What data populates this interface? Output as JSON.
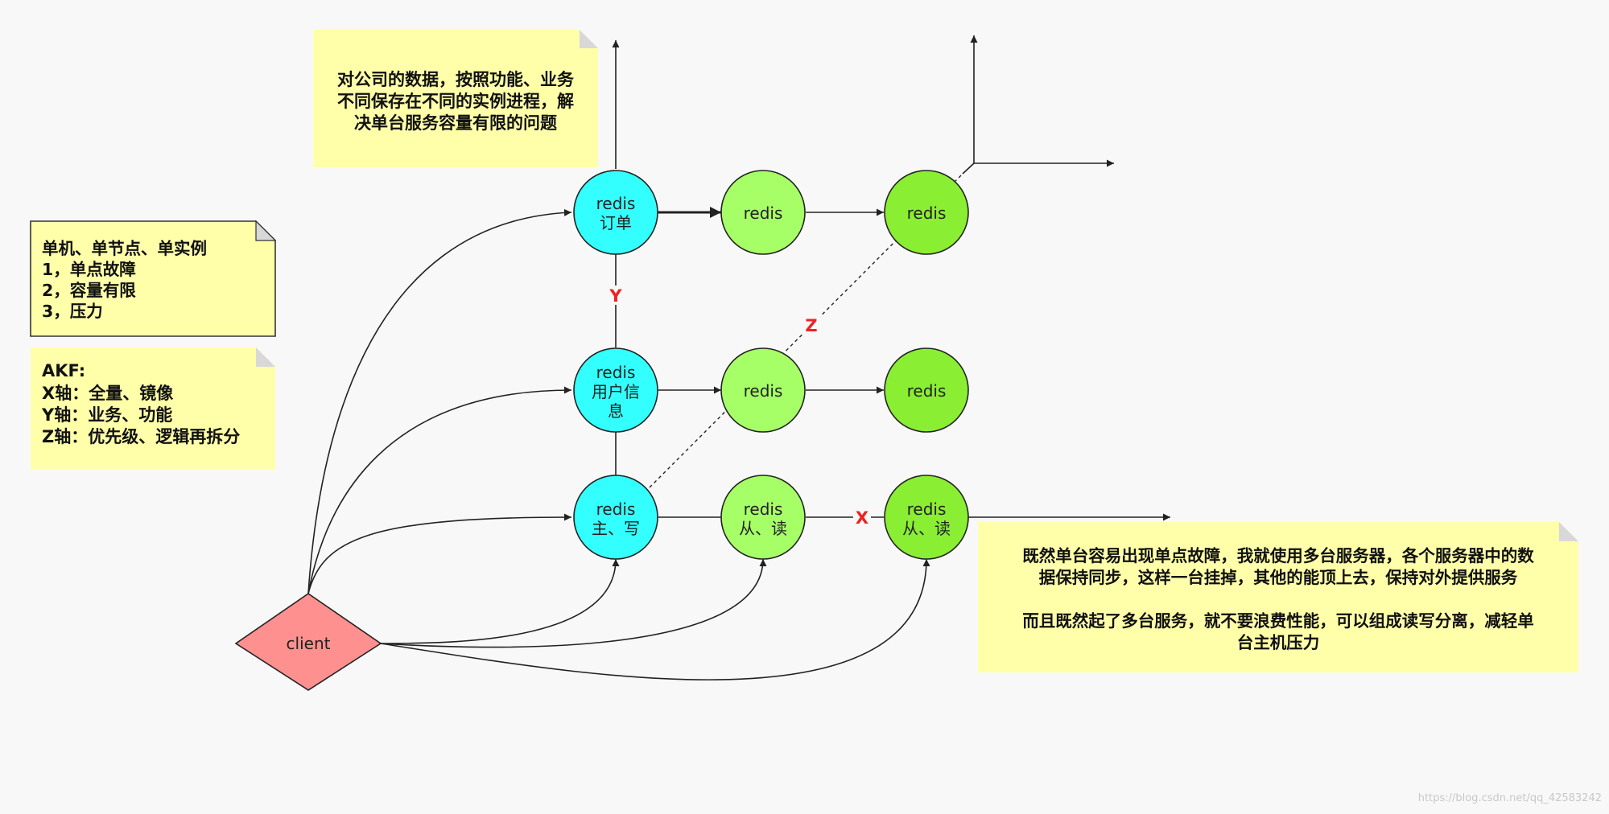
{
  "notes": {
    "yaxis": {
      "lines": [
        "对公司的数据，按照功能、业务",
        "不同保存在不同的实例进程，解",
        "决单台服务容量有限的问题"
      ]
    },
    "single": {
      "lines": [
        "单机、单节点、单实例",
        "1，单点故障",
        "2，容量有限",
        "3，压力"
      ]
    },
    "akf": {
      "lines": [
        "AKF:",
        "X轴：全量、镜像",
        "Y轴：业务、功能",
        "Z轴：优先级、逻辑再拆分"
      ]
    },
    "xaxis": {
      "lines": [
        "既然单台容易出现单点故障，我就使用多台服务器，各个服务器中的数",
        "据保持同步，这样一台挂掉，其他的能顶上去，保持对外提供服务",
        "",
        "而且既然起了多台服务，就不要浪费性能，可以组成读写分离，减轻单",
        "台主机压力"
      ]
    }
  },
  "nodes": {
    "order": [
      "redis",
      "订单"
    ],
    "user": [
      "redis",
      "用户信",
      "息"
    ],
    "master": [
      "redis",
      "主、写"
    ],
    "r1": [
      "redis"
    ],
    "r2": [
      "redis"
    ],
    "r3": [
      "redis"
    ],
    "r4": [
      "redis"
    ],
    "slave1": [
      "redis",
      "从、读"
    ],
    "slave2": [
      "redis",
      "从、读"
    ]
  },
  "client": {
    "label": "client"
  },
  "axis_labels": {
    "x": "X",
    "y": "Y",
    "z": "Z"
  },
  "watermark": "https://blog.csdn.net/qq_42583242",
  "colors": {
    "note_fill": "#ffffaa",
    "note_fold": "#d8d8d8",
    "cyan": "#33ffff",
    "lime": "#a6ff66",
    "green": "#8aee33",
    "client": "#ff9090",
    "axis_label": "#ee2222"
  }
}
